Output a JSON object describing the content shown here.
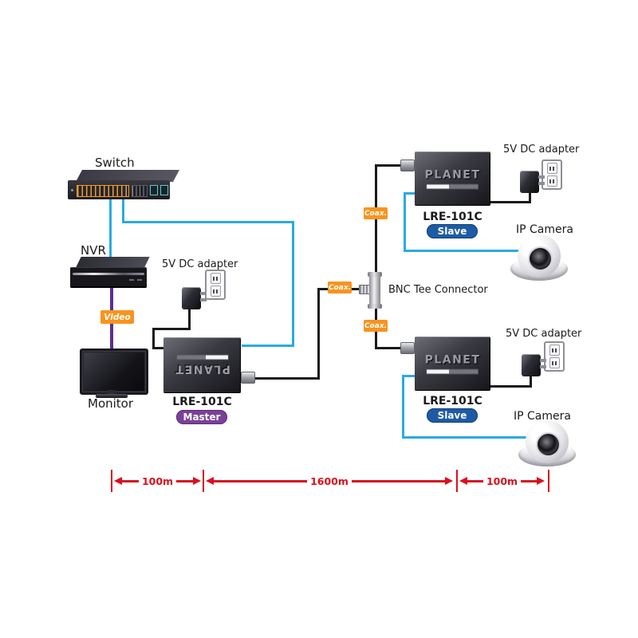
{
  "labels": {
    "switch": "Switch",
    "nvr": "NVR",
    "video": "Video",
    "monitor": "Monitor",
    "adapter_5v": "5V DC adapter",
    "ip_camera": "IP Camera",
    "coax": "Coax.",
    "bnc_tee": "BNC Tee Connector"
  },
  "devices": {
    "brand": "PLANET",
    "master": {
      "model": "LRE-101C",
      "role": "Master"
    },
    "slave_top": {
      "model": "LRE-101C",
      "role": "Slave"
    },
    "slave_bottom": {
      "model": "LRE-101C",
      "role": "Slave"
    }
  },
  "distances": {
    "left": "100m",
    "middle": "1600m",
    "right": "100m"
  },
  "colors": {
    "ethernet_cable": "#29ABE2",
    "video_cable": "#5F2C8F",
    "coax_cable": "#1A1A1A",
    "tag_orange": "#F7941E",
    "dimension_red": "#D8101F",
    "master_badge": "#7B4199",
    "slave_badge": "#1D5BA4"
  }
}
